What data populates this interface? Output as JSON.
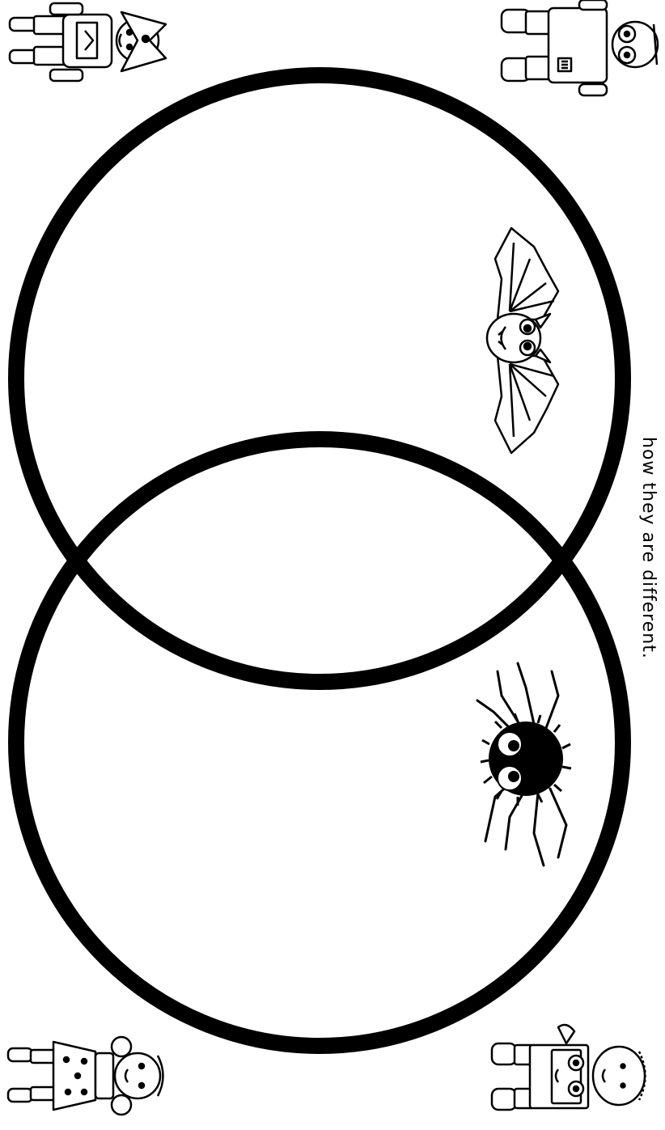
{
  "worksheet": {
    "instruction_text": "how they are different.",
    "illustrations": {
      "top_circle_animal": "bat",
      "bottom_circle_animal": "spider",
      "corner_kids": [
        "pirate-kid",
        "scientist-kid",
        "girl-with-pigtails",
        "boy-in-box-costume"
      ]
    },
    "colors": {
      "ink": "#000000",
      "paper": "#ffffff"
    }
  }
}
